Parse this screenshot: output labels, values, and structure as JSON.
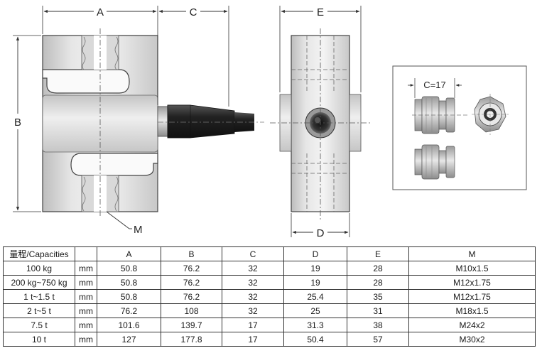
{
  "drawing": {
    "labels": {
      "a": "A",
      "b": "B",
      "c": "C",
      "e": "E",
      "d": "D",
      "m": "M",
      "c_detail": "C=17"
    }
  },
  "table": {
    "headers": [
      "量程/Capacities",
      "",
      "A",
      "B",
      "C",
      "D",
      "E",
      "M"
    ],
    "rows": [
      [
        "100 kg",
        "mm",
        "50.8",
        "76.2",
        "32",
        "19",
        "28",
        "M10x1.5"
      ],
      [
        "200 kg~750 kg",
        "mm",
        "50.8",
        "76.2",
        "32",
        "19",
        "28",
        "M12x1.75"
      ],
      [
        "1 t~1.5 t",
        "mm",
        "50.8",
        "76.2",
        "32",
        "25.4",
        "35",
        "M12x1.75"
      ],
      [
        "2 t~5 t",
        "mm",
        "76.2",
        "108",
        "32",
        "25",
        "31",
        "M18x1.5"
      ],
      [
        "7.5 t",
        "mm",
        "101.6",
        "139.7",
        "17",
        "31.3",
        "38",
        "M24x2"
      ],
      [
        "10 t",
        "mm",
        "127",
        "177.8",
        "17",
        "50.4",
        "57",
        "M30x2"
      ]
    ]
  }
}
